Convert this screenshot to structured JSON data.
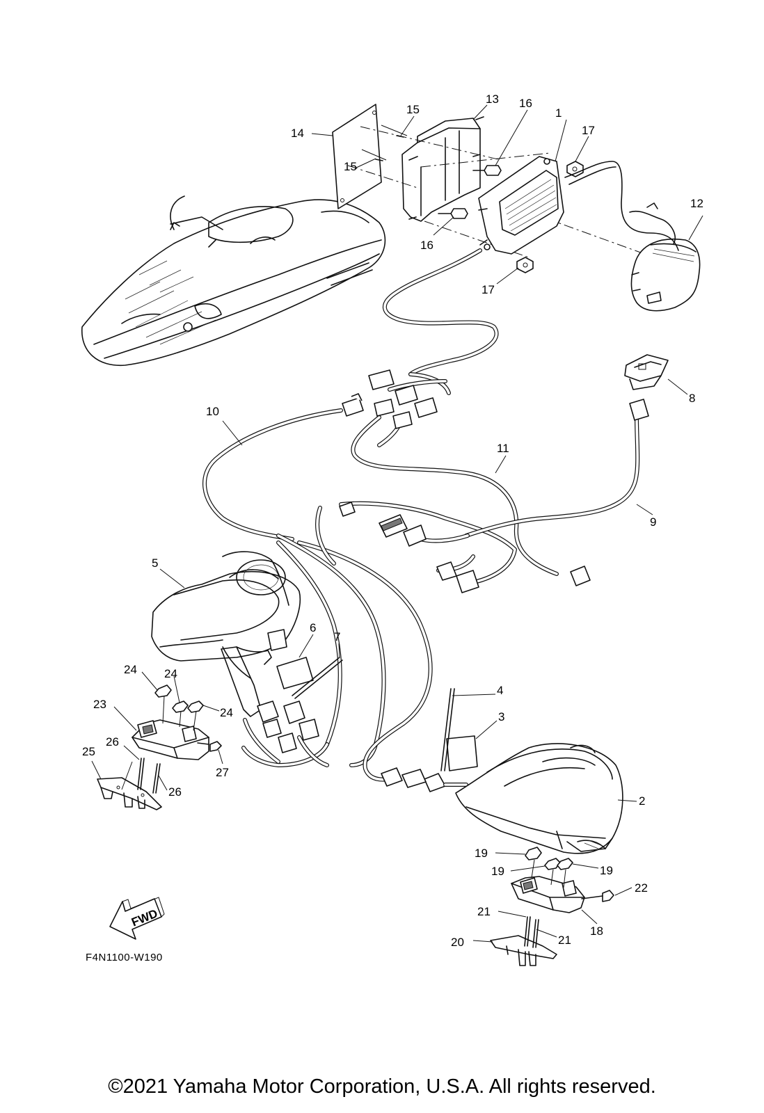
{
  "diagram": {
    "code": "F4N1100-W190",
    "copyright": "©2021 Yamaha Motor Corporation, U.S.A. All rights reserved.",
    "fwd_label": "FWD",
    "callouts": {
      "c1": "1",
      "c2": "2",
      "c3": "3",
      "c4": "4",
      "c5": "5",
      "c6": "6",
      "c7": "7",
      "c8": "8",
      "c9": "9",
      "c10": "10",
      "c11": "11",
      "c12": "12",
      "c13": "13",
      "c14": "14",
      "c15a": "15",
      "c15b": "15",
      "c16a": "16",
      "c16b": "16",
      "c17a": "17",
      "c17b": "17",
      "c18": "18",
      "c19a": "19",
      "c19b": "19",
      "c19c": "19",
      "c20": "20",
      "c21a": "21",
      "c21b": "21",
      "c22": "22",
      "c23": "23",
      "c24a": "24",
      "c24b": "24",
      "c24c": "24",
      "c25": "25",
      "c26a": "26",
      "c26b": "26",
      "c27": "27"
    }
  }
}
